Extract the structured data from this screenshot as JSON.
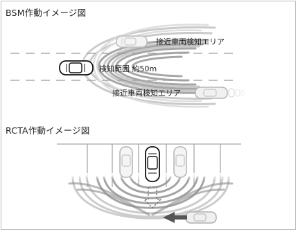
{
  "bsm": {
    "title": "BSM作動イメージ図",
    "label_upper": "接近車両検知エリア",
    "label_center": "検知範囲 約50m",
    "label_lower": "接近車両検知エリア"
  },
  "rcta": {
    "title": "RCTA作動イメージ図"
  },
  "colors": {
    "wave_dark": "#777777",
    "wave_light": "#e6e6e6",
    "car_outline": "#111111",
    "car_ghost": "#bbbbbb",
    "lane_line": "#aaaaaa",
    "reverse_arrow": "#777777",
    "approach_arrow": "#555555"
  }
}
